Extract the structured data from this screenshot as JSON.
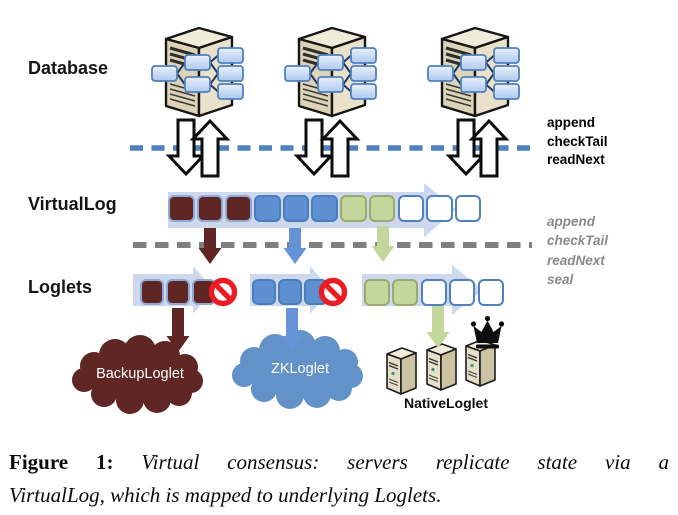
{
  "figure": {
    "rows": {
      "database_label": "Database",
      "virtuallog_label": "VirtualLog",
      "loglets_label": "Loglets"
    },
    "virtuallog_api": [
      "append",
      "checkTail",
      "readNext"
    ],
    "loglet_api": [
      "append",
      "checkTail",
      "readNext",
      "seal"
    ],
    "loglets": {
      "backup_label": "BackupLoglet",
      "zk_label": "ZKLoglet",
      "native_label": "NativeLoglet"
    },
    "logs": {
      "virtuallog": {
        "cells": [
          "maroon",
          "maroon",
          "maroon",
          "blue",
          "blue",
          "blue",
          "green",
          "green",
          "white",
          "white",
          "white"
        ]
      },
      "backup_loglet": {
        "cells": [
          "maroon",
          "maroon",
          "maroon"
        ],
        "sealed": true
      },
      "zk_loglet": {
        "cells": [
          "blue",
          "blue",
          "blue"
        ],
        "sealed": true
      },
      "native_loglet": {
        "cells": [
          "green",
          "green",
          "white",
          "white",
          "white"
        ],
        "sealed": false
      }
    },
    "colors": {
      "maroon": "#5f2624",
      "blue": "#5d8fd1",
      "green": "#c3d69b",
      "white": "#ffffff",
      "cell_border_maroon": "#8fa9d4",
      "cell_border_blue": "#4a7ebb",
      "cell_border_green": "#9aaa71",
      "cell_border_white": "#4f81bd",
      "api_line_blue": "#4f81bd",
      "api_line_gray": "#7f7f7f",
      "band": "#cdd8ec",
      "seal_red": "#ec1c24",
      "cloud_backup": "#5f2624",
      "cloud_zk": "#6292c8",
      "arrow_maroon": "#5f2624",
      "arrow_blue": "#6494d6",
      "arrow_green": "#c3d69b"
    }
  },
  "caption": {
    "label": "Figure 1:",
    "line1": "Virtual consensus: servers replicate state via a",
    "line2": "VirtualLog, which is mapped to underlying Loglets."
  }
}
